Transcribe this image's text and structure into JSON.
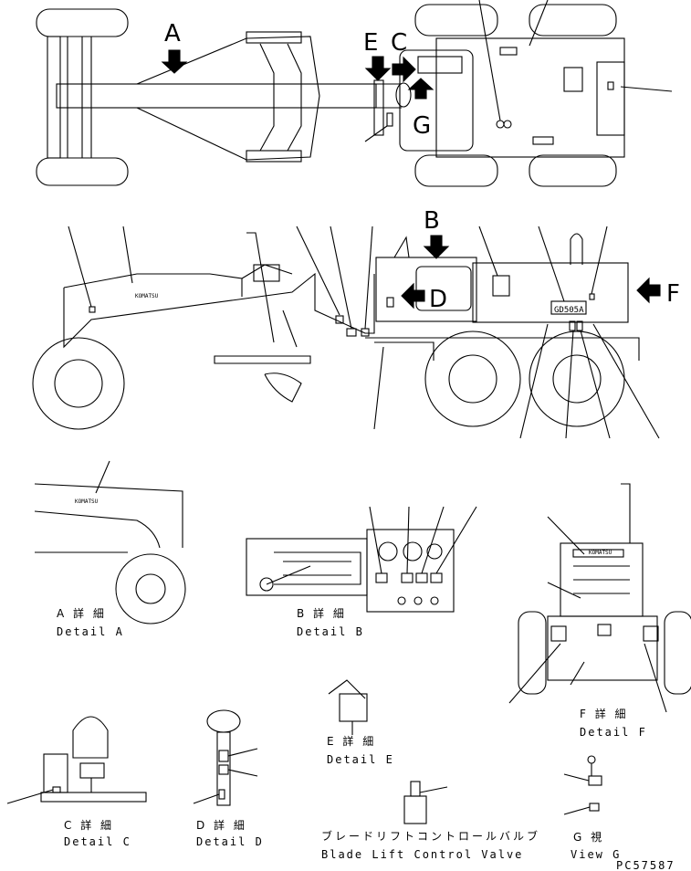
{
  "views": {
    "top": {
      "arrow_a": "A",
      "arrow_e": "E",
      "arrow_c": "C",
      "arrow_g": "G"
    },
    "side": {
      "arrow_b": "B",
      "arrow_d": "D",
      "arrow_f": "F",
      "brand": "KOMATSU",
      "model": "GD505A"
    }
  },
  "details": {
    "a": {
      "jp": "A 詳 細",
      "en": "Detail A",
      "brand": "KOMATSU"
    },
    "b": {
      "jp": "B 詳 細",
      "en": "Detail B"
    },
    "c": {
      "jp": "C 詳 細",
      "en": "Detail C"
    },
    "d": {
      "jp": "D 詳 細",
      "en": "Detail D"
    },
    "e": {
      "jp": "E 詳 細",
      "en": "Detail E"
    },
    "f": {
      "jp": "F 詳 細",
      "en": "Detail F",
      "brand": "KOMATSU"
    },
    "g": {
      "jp": "G 視",
      "en": "View G"
    },
    "valve": {
      "jp": "ブレードリフトコントロールバルブ",
      "en": "Blade Lift Control Valve"
    }
  },
  "drawing_code": "PC57587"
}
